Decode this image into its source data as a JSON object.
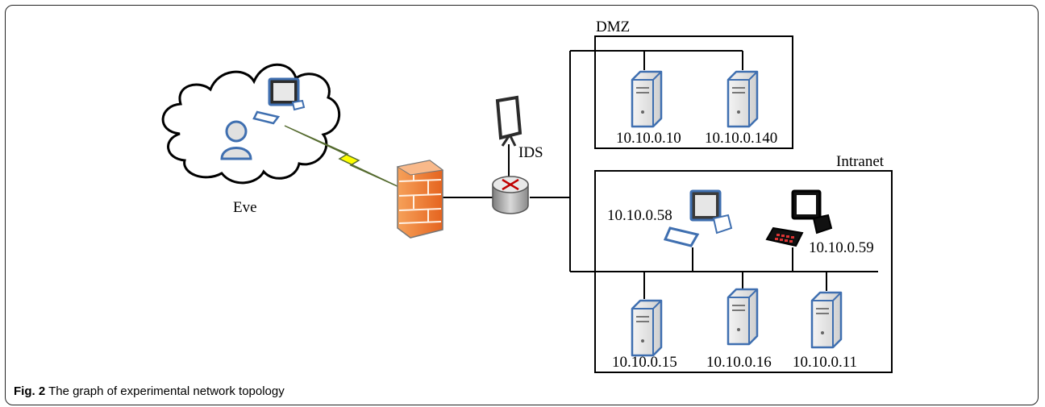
{
  "labels": {
    "dmz": "DMZ",
    "intranet": "Intranet",
    "ids": "IDS",
    "eve": "Eve",
    "dmz_server_1": "10.10.0.10",
    "dmz_server_2": "10.10.0.140",
    "pc_1": "10.10.0.58",
    "pc_2": "10.10.0.59",
    "server_15": "10.10.0.15",
    "server_16": "10.10.0.16",
    "server_11": "10.10.0.11"
  },
  "caption": {
    "figure_number": "Fig. 2",
    "text": "The graph of experimental network topology"
  }
}
